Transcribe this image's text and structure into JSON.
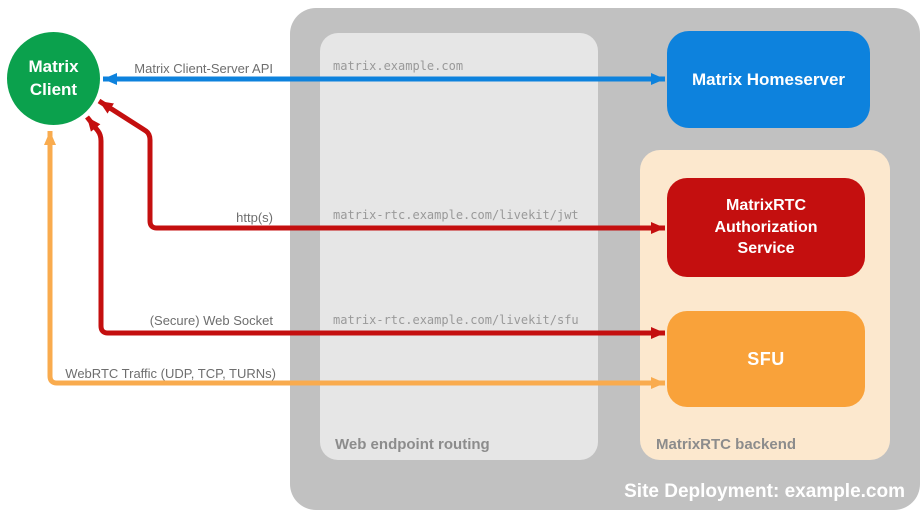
{
  "site": {
    "label": "Site Deployment: example.com"
  },
  "client": {
    "label": "Matrix\nClient",
    "color": "#0ba14d"
  },
  "homeserver": {
    "label": "Matrix Homeserver",
    "color": "#0d82dd"
  },
  "auth_service": {
    "label": "MatrixRTC Authorization Service",
    "color": "#c40f0f"
  },
  "sfu": {
    "label": "SFU",
    "color": "#f9a23a"
  },
  "web_routing": {
    "label": "Web endpoint routing",
    "endpoints": {
      "matrix": "matrix.example.com",
      "jwt": "matrix-rtc.example.com/livekit/jwt",
      "sfu": "matrix-rtc.example.com/livekit/sfu"
    }
  },
  "backend": {
    "label": "MatrixRTC backend"
  },
  "arrows": {
    "client_server_api": {
      "label": "Matrix Client-Server API",
      "color": "#0d82dd"
    },
    "https": {
      "label": "http(s)",
      "color": "#c40f0f"
    },
    "websocket": {
      "label": "(Secure) Web Socket",
      "color": "#c40f0f"
    },
    "webrtc": {
      "label": "WebRTC Traffic (UDP, TCP, TURNs)",
      "color": "#f9ab4e"
    }
  }
}
